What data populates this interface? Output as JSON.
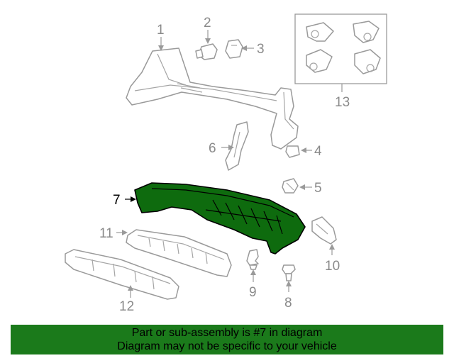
{
  "diagram": {
    "callouts": [
      "1",
      "2",
      "3",
      "4",
      "5",
      "6",
      "7",
      "8",
      "9",
      "10",
      "11",
      "12",
      "13"
    ],
    "highlighted_callout": "7",
    "colors": {
      "highlight_fill": "#0e6b0e",
      "banner_background": "#1b7a1b",
      "line_gray": "#9a9a9a"
    }
  },
  "banner": {
    "line1": "Part or sub-assembly is #7 in diagram",
    "line2": "Diagram may not be specific to your vehicle"
  }
}
